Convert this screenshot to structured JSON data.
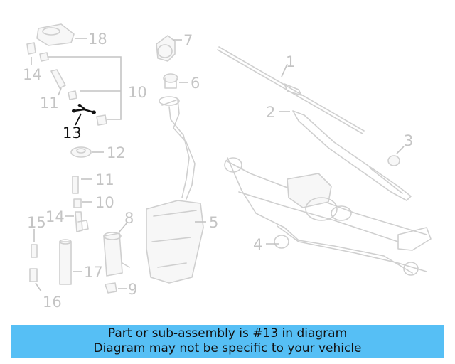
{
  "highlight_color": "#111111",
  "muted_color": "#c4c4c4",
  "banner": {
    "background": "#56bff5",
    "line1": "Part or sub-assembly is #13 in diagram",
    "line2": "Diagram may not be specific to your vehicle"
  },
  "callouts": {
    "c1": "1",
    "c2": "2",
    "c3": "3",
    "c4": "4",
    "c5": "5",
    "c6": "6",
    "c7": "7",
    "c8": "8",
    "c9": "9",
    "c10a": "10",
    "c10b": "10",
    "c11a": "11",
    "c11b": "11",
    "c12": "12",
    "c13": "13",
    "c14a": "14",
    "c14b": "14",
    "c15": "15",
    "c16": "16",
    "c17": "17",
    "c18": "18"
  },
  "highlighted_part": "13"
}
